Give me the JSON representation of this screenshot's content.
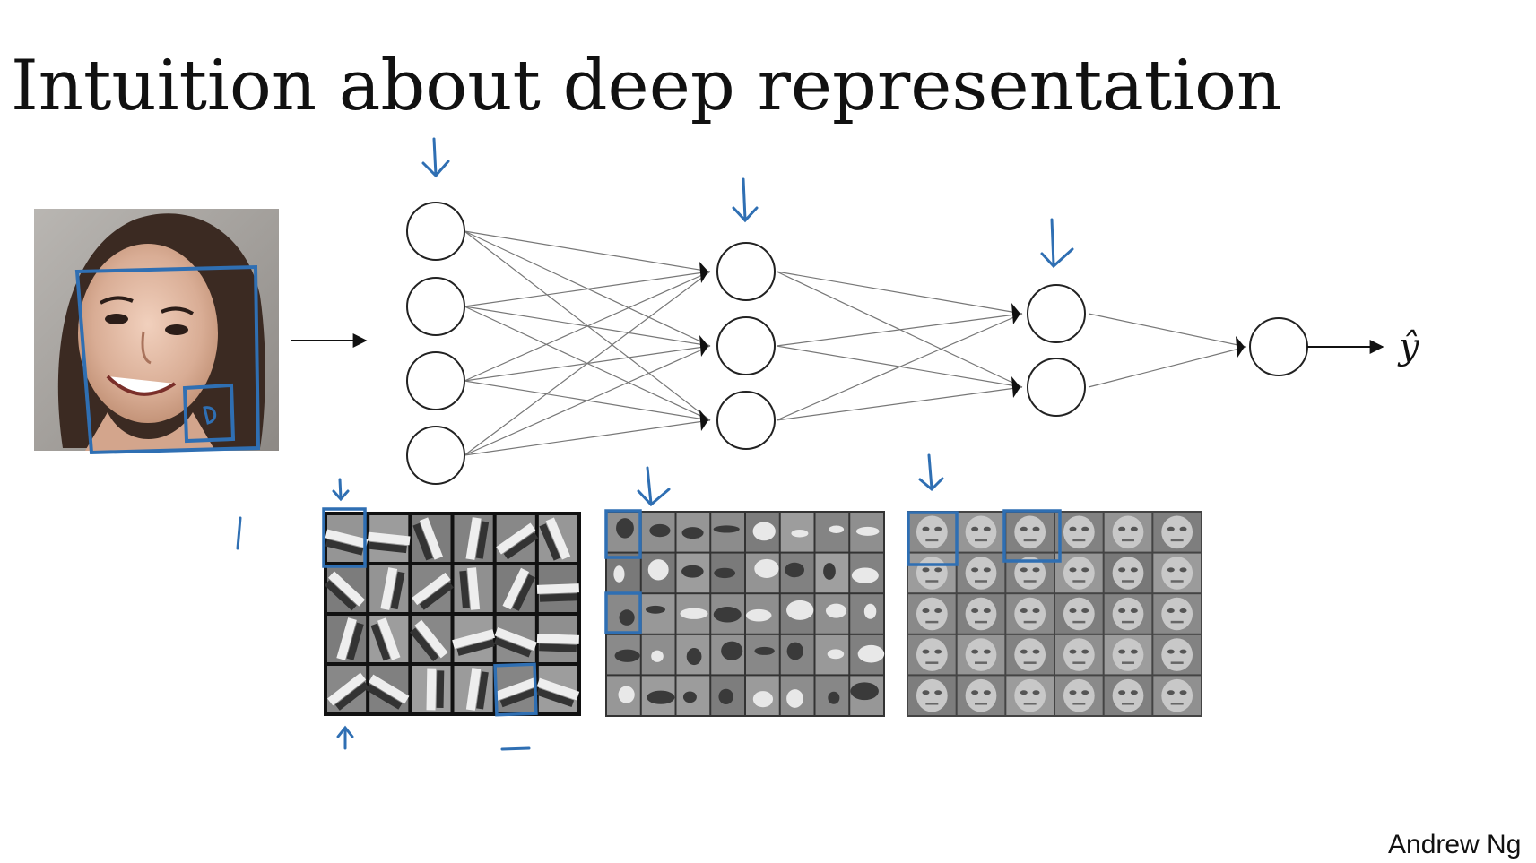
{
  "slide": {
    "title": "Intuition about deep representation",
    "author": "Andrew Ng",
    "output_label": "ŷ"
  },
  "input_image": {
    "description_icon": "face-photo-icon"
  },
  "network": {
    "layers": [
      4,
      3,
      2,
      1
    ]
  },
  "feature_grids": [
    {
      "name": "edge-detectors",
      "rows": 4,
      "cols": 6
    },
    {
      "name": "face-parts",
      "rows": 5,
      "cols": 8
    },
    {
      "name": "faces",
      "rows": 5,
      "cols": 6
    }
  ],
  "colors": {
    "annotation": "#2f6fb3",
    "ink": "#111111",
    "line": "#666666"
  }
}
